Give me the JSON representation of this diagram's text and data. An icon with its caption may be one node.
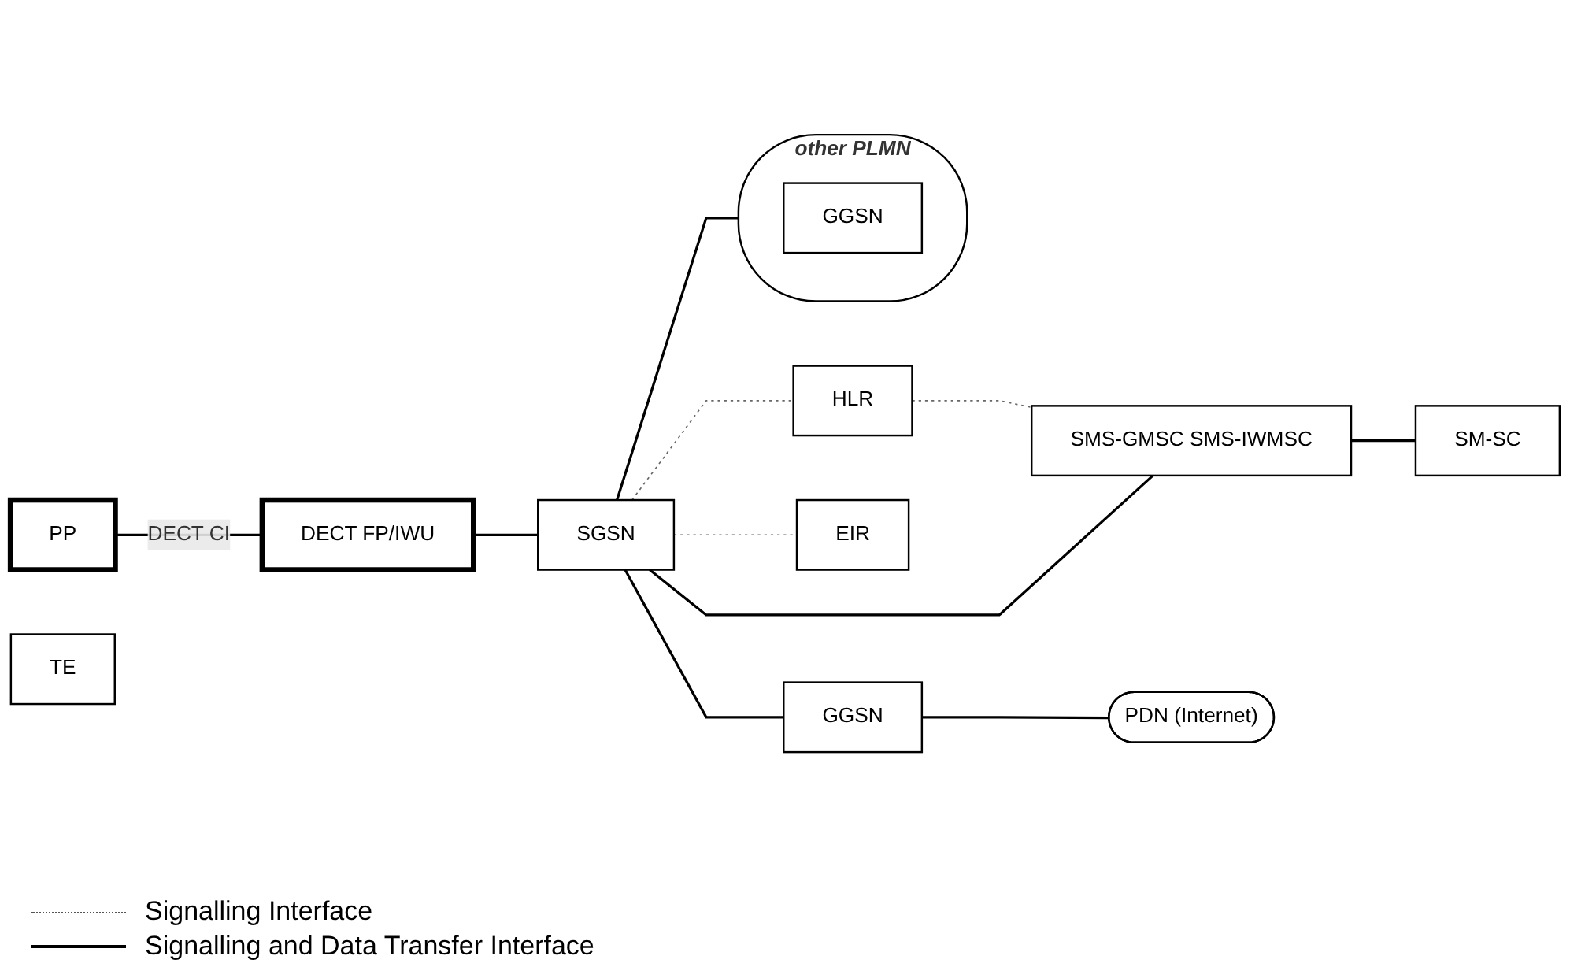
{
  "diagram": {
    "nodes": [
      {
        "text": [
          "HLR"
        ]
      },
      {
        "text": [
          "SMS-GMSC SMS-IWMSC"
        ]
      },
      {
        "text": [
          "SM-SC"
        ]
      },
      {
        "text": [
          "EIR"
        ]
      },
      {
        "text": [
          "PP"
        ]
      },
      {
        "text": [
          "DECT FP/IWU"
        ]
      },
      {
        "text": [
          "SGSN"
        ]
      },
      {
        "text": [
          "GGSN"
        ]
      },
      {
        "text": [
          "PDN (Internet)"
        ]
      },
      {
        "text": [
          "TE"
        ]
      },
      {
        "text": [
          "other PLMN"
        ]
      },
      {
        "text": [
          "GGSN"
        ],
        "in": 10
      }
    ],
    "edges": [
      {
        "from": 0,
        "to": 1,
        "arrow": "none",
        "style": "dashed",
        "color": "#666666"
      },
      {
        "from": 1,
        "to": 2,
        "arrow": "none"
      },
      {
        "from": 6,
        "to": 0,
        "arrow": "none",
        "style": "dashed",
        "color": "#666666"
      },
      {
        "from": 6,
        "to": 1,
        "arrow": "none"
      },
      {
        "from": 6,
        "to": 3,
        "arrow": "none",
        "style": "dashed",
        "color": "#666666"
      },
      {
        "from": 4,
        "to": 5,
        "arrow": "none",
        "label": "DECT CI"
      },
      {
        "from": 5,
        "to": 6,
        "arrow": "none"
      },
      {
        "from": 6,
        "to": 7,
        "arrow": "none"
      },
      {
        "from": 7,
        "to": 8,
        "arrow": "none"
      },
      {
        "from": 6,
        "to": 10,
        "arrow": "none"
      }
    ],
    "legend": [
      {
        "text": "Signalling Interface"
      },
      {
        "text": "Signalling and Data Transfer Interface"
      }
    ]
  }
}
